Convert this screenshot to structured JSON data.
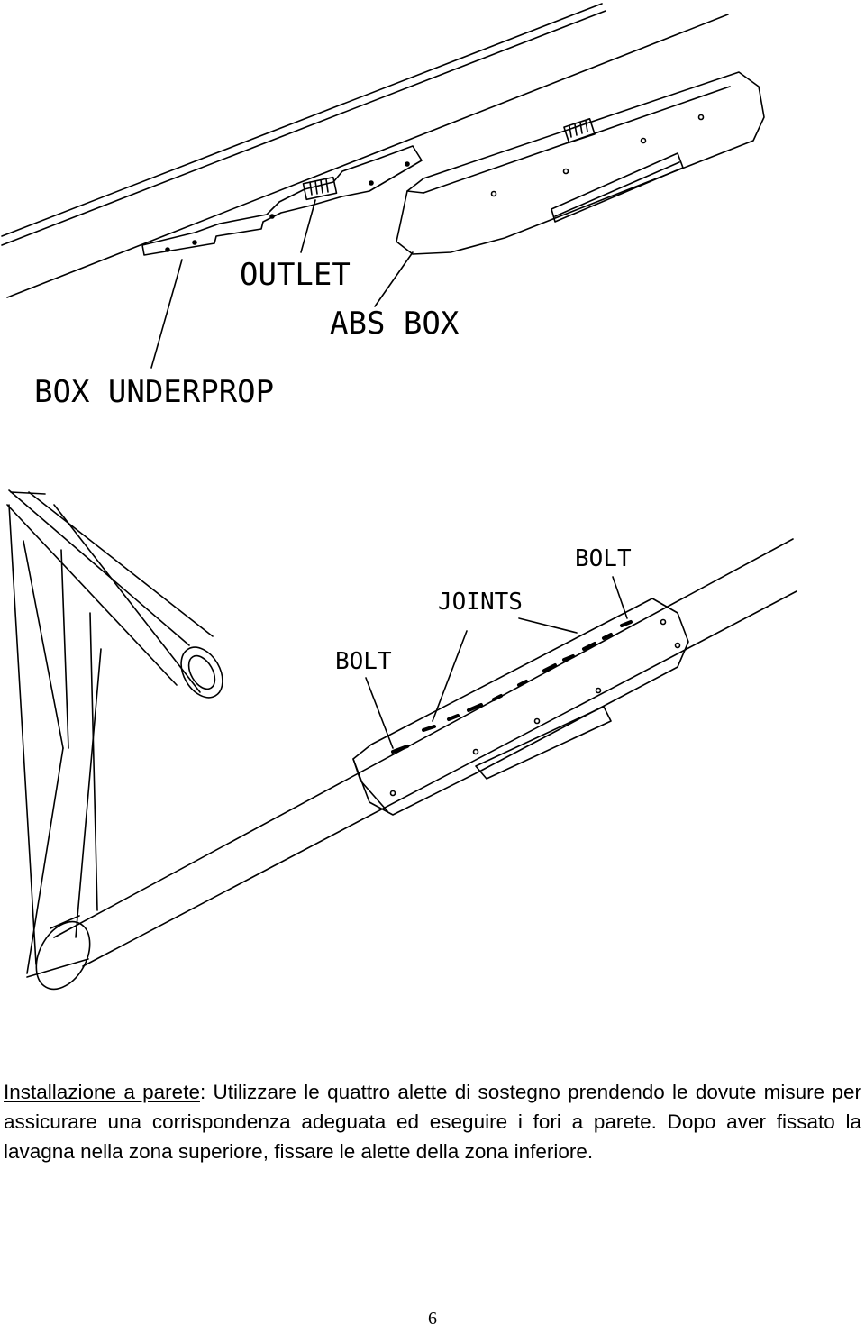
{
  "figure_top": {
    "labels": {
      "outlet": "OUTLET",
      "abs_box": "ABS BOX",
      "box_underprop": "BOX UNDERPROP"
    }
  },
  "figure_bottom": {
    "labels": {
      "bolt_right": "BOLT",
      "joints": "JOINTS",
      "bolt_left": "BOLT"
    }
  },
  "text": {
    "title": "Installazione a parete",
    "body": ": Utilizzare le quattro alette di sostegno prendendo le dovute misure per assicurare una corrispondenza adeguata ed eseguire i fori a parete. Dopo aver fissato la lavagna nella zona superiore, fissare le alette della zona inferiore."
  },
  "page_number": "6"
}
